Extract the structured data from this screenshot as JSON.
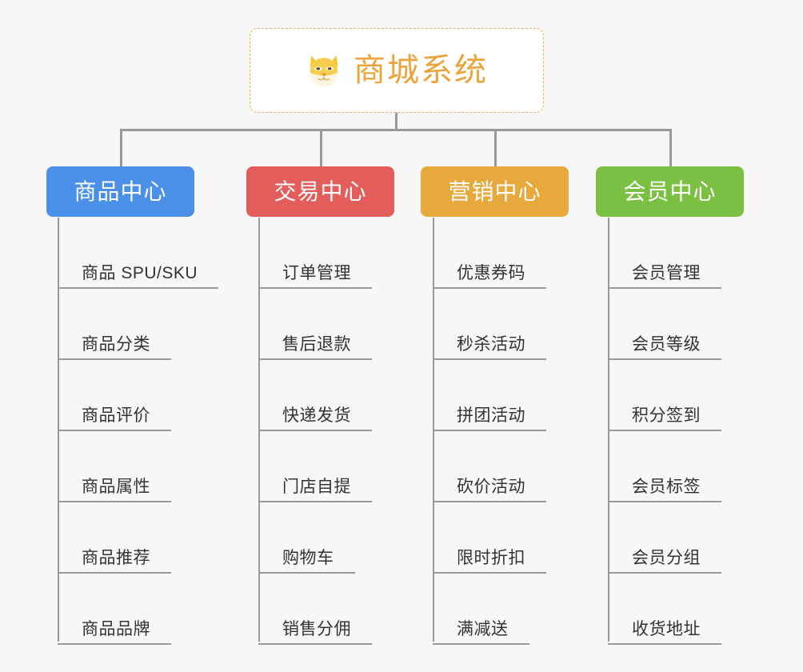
{
  "background_color": "#f7f7f7",
  "root": {
    "icon": "shiba-dog-face-icon",
    "title": "商城系统",
    "title_color": "#eba43c",
    "border_color": "#e8b05c"
  },
  "connector_color": "#999999",
  "branches": [
    {
      "label": "商品中心",
      "color": "#4a90e8",
      "items": [
        "商品 SPU/SKU",
        "商品分类",
        "商品评价",
        "商品属性",
        "商品推荐",
        "商品品牌"
      ]
    },
    {
      "label": "交易中心",
      "color": "#e35d5b",
      "items": [
        "订单管理",
        "售后退款",
        "快递发货",
        "门店自提",
        "购物车",
        "销售分佣"
      ]
    },
    {
      "label": "营销中心",
      "color": "#e8a93c",
      "items": [
        "优惠券码",
        "秒杀活动",
        "拼团活动",
        "砍价活动",
        "限时折扣",
        "满减送"
      ]
    },
    {
      "label": "会员中心",
      "color": "#7ac143",
      "items": [
        "会员管理",
        "会员等级",
        "积分签到",
        "会员标签",
        "会员分组",
        "收货地址"
      ]
    }
  ]
}
